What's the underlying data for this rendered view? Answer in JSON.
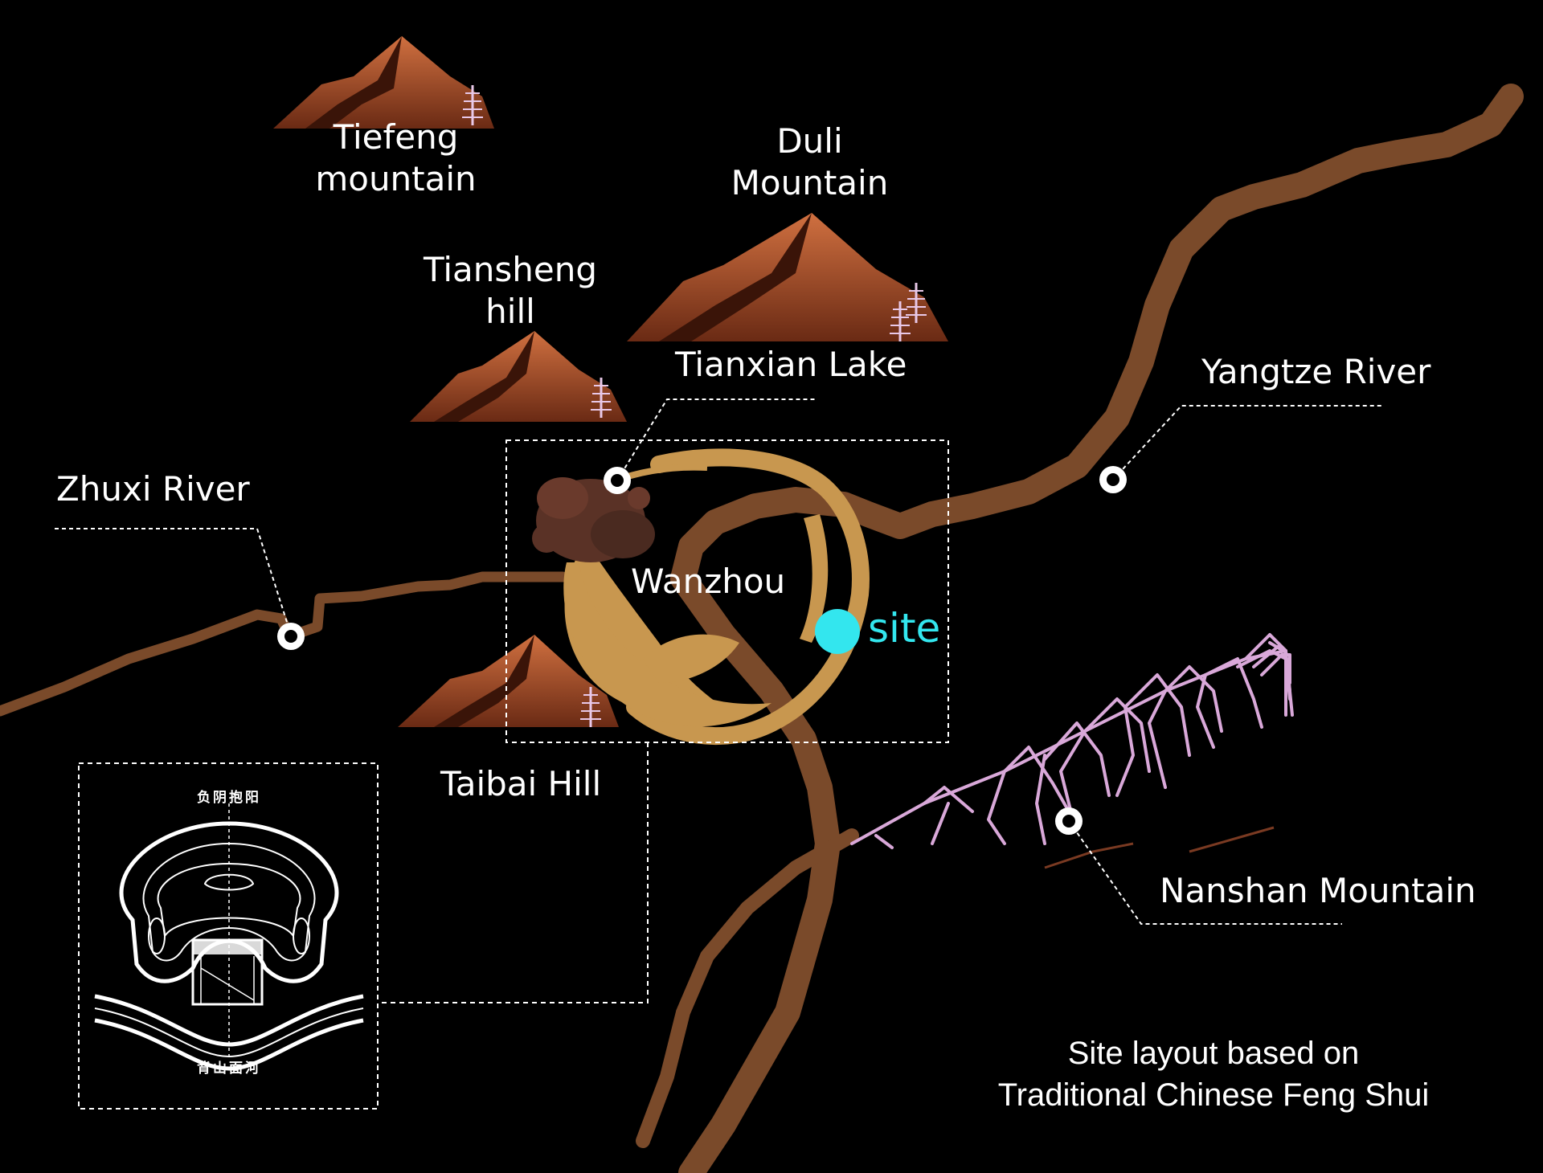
{
  "places": {
    "tiefeng": {
      "line1": "Tiefeng",
      "line2": "mountain"
    },
    "duli": {
      "line1": "Duli",
      "line2": "Mountain"
    },
    "tiansheng": {
      "line1": "Tiansheng",
      "line2": "hill"
    },
    "tianxian": "Tianxian Lake",
    "yangtze": "Yangtze River",
    "zhuxi": "Zhuxi River",
    "wanzhou": "Wanzhou",
    "site": "site",
    "taibai": "Taibai Hill",
    "nanshan": "Nanshan Mountain"
  },
  "caption": {
    "line1": "Site layout based on",
    "line2": "Traditional Chinese Feng Shui"
  },
  "inset": {
    "top_text": "负阴抱阳",
    "bottom_text": "背山面河"
  },
  "colors": {
    "background": "#000000",
    "river": "#7a4a2a",
    "city": "#c8974f",
    "site_marker": "#33e6ee",
    "mountain": "#b05a30",
    "nanshan_lines": "#d9a8d9"
  }
}
